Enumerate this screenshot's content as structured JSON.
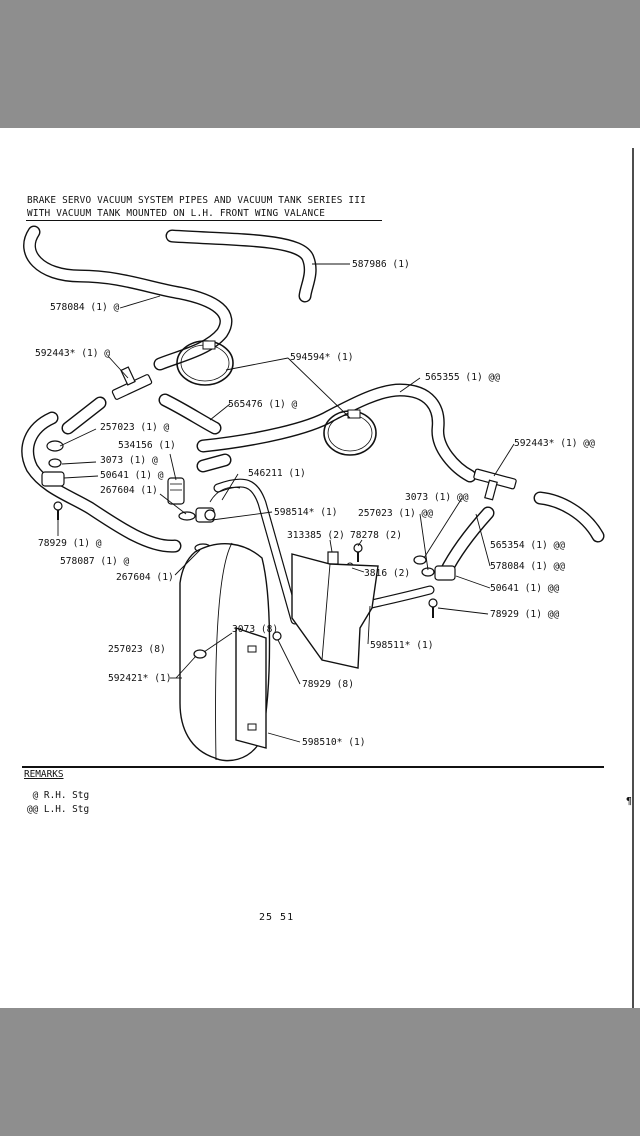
{
  "title": {
    "line1": "BRAKE SERVO VACUUM SYSTEM PIPES AND VACUUM TANK SERIES III",
    "line2": "WITH VACUUM TANK MOUNTED ON L.H. FRONT WING VALANCE"
  },
  "labels": {
    "l587986": "587986 (1)",
    "l578084a": "578084 (1) @",
    "l592443a": "592443* (1) @",
    "l594594": "594594* (1)",
    "l565355": "565355 (1) @@",
    "l565476": "565476 (1) @",
    "l257023a": "257023 (1) @",
    "l534156": "534156 (1)",
    "l3073a": "3073 (1) @",
    "l50641a": "50641 (1) @",
    "l267604a": "267604 (1)",
    "l546211": "546211 (1)",
    "l592443b": "592443* (1) @@",
    "l598514": "598514* (1)",
    "l3073b": "3073 (1) @@",
    "l257023b": "257023 (1) @@",
    "l78929a": "78929 (1) @",
    "l578087": "578087 (1) @",
    "l267604b": "267604 (1)",
    "l313385": "313385 (2)",
    "l78278": "78278 (2)",
    "l3816": "3816 (2)",
    "l565354": "565354 (1) @@",
    "l578084b": "578084 (1) @@",
    "l50641b": "50641 (1) @@",
    "l78929b": "78929 (1) @@",
    "l3073c": "3073 (8)",
    "l257023c": "257023 (8)",
    "l598511": "598511* (1)",
    "l592421": "592421* (1)",
    "l78929c": "78929 (8)",
    "l598510": "598510* (1)"
  },
  "remarks": {
    "heading": "REMARKS",
    "line1": " @ R.H. Stg",
    "line2": "@@ L.H. Stg"
  },
  "page_number": "25 51",
  "edge_mark": "¶"
}
